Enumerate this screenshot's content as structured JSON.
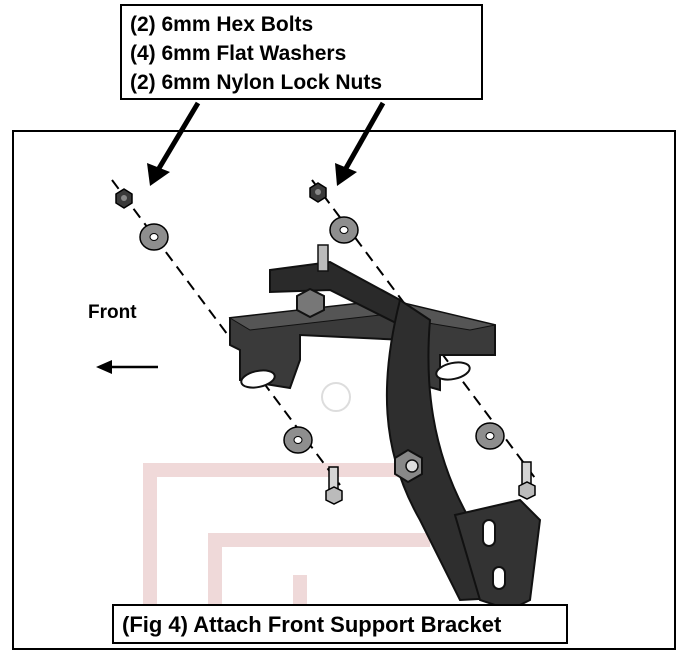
{
  "hardware_list": [
    "(2) 6mm Hex Bolts",
    "(4) 6mm Flat Washers",
    "(2) 6mm Nylon Lock Nuts"
  ],
  "direction_label": "Front",
  "caption": "(Fig 4) Attach Front Support Bracket",
  "colors": {
    "bracket": "#3a3a3a",
    "bracket_dark": "#1e1e1e",
    "washer": "#8e8e8e",
    "watermark": "#e9c9c9"
  }
}
